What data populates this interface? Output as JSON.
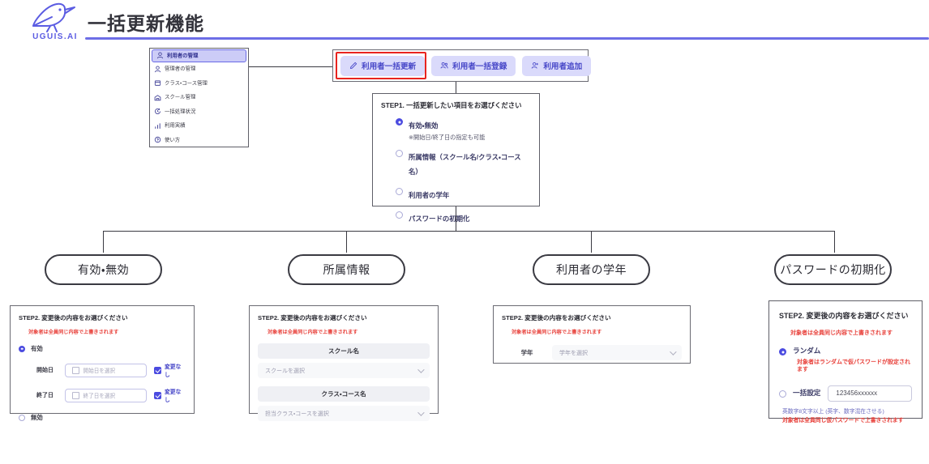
{
  "header": {
    "logo_text": "UGUIS.AI",
    "logo_icon": "bird-icon",
    "title": "一括更新機能",
    "accent_color": "#6d6ee6"
  },
  "sidebar": {
    "items": [
      {
        "label": "利用者の管理",
        "icon": "person-icon",
        "active": true
      },
      {
        "label": "管理者の管理",
        "icon": "person-icon",
        "active": false
      },
      {
        "label": "クラス・コース管理",
        "icon": "window-icon",
        "active": false
      },
      {
        "label": "スクール管理",
        "icon": "building-icon",
        "active": false
      },
      {
        "label": "一括処理状況",
        "icon": "clock-icon",
        "active": false
      },
      {
        "label": "利用実績",
        "icon": "bar-chart-icon",
        "active": false
      },
      {
        "label": "使い方",
        "icon": "help-icon",
        "active": false
      }
    ]
  },
  "toolbar": {
    "buttons": [
      {
        "label": "利用者一括更新",
        "icon": "pencil-icon",
        "highlighted": true
      },
      {
        "label": "利用者一括登録",
        "icon": "people-icon",
        "highlighted": false
      },
      {
        "label": "利用者追加",
        "icon": "person-add-icon",
        "highlighted": false
      }
    ],
    "highlight_color": "#e8241f"
  },
  "step1": {
    "title": "STEP1. 一括更新したい項目をお選びください",
    "options": [
      {
        "label": "有効・無効",
        "note": "※開始日/終了日の指定も可能",
        "selected": true
      },
      {
        "label": "所属情報（スクール名/クラス・コース名）",
        "note": "",
        "selected": false
      },
      {
        "label": "利用者の学年",
        "note": "",
        "selected": false
      },
      {
        "label": "パスワードの初期化",
        "note": "",
        "selected": false
      }
    ]
  },
  "categories": [
    {
      "label": "有効・無効"
    },
    {
      "label": "所属情報"
    },
    {
      "label": "利用者の学年"
    },
    {
      "label": "パスワードの初期化"
    }
  ],
  "step2_common": {
    "title": "STEP2. 変更後の内容をお選びください",
    "warning": "対象者は全員同じ内容で上書きされます"
  },
  "card_enable": {
    "radio_enabled": "有効",
    "radio_disabled": "無効",
    "start_label": "開始日",
    "start_placeholder": "開始日を選択",
    "end_label": "終了日",
    "end_placeholder": "終了日を選択",
    "no_change_label": "変更なし"
  },
  "card_affiliation": {
    "school_header": "スクール名",
    "school_placeholder": "スクールを選択",
    "class_header": "クラス・コース名",
    "class_placeholder": "担当クラス・コースを選択"
  },
  "card_grade": {
    "grade_label": "学年",
    "grade_placeholder": "学年を選択"
  },
  "card_password": {
    "random_label": "ランダム",
    "random_note": "対象者はランダムで仮パスワードが設定されます",
    "bulk_label": "一括設定",
    "bulk_value": "123456xxxxxx",
    "hint": "英数字8文字以上 (英字、数字混在させる)",
    "hint_warning": "対象者は全員同じ仮パスワードで上書きされます"
  }
}
